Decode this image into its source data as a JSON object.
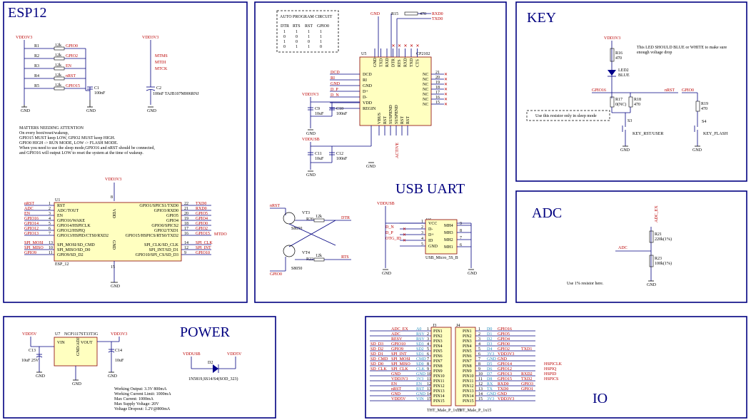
{
  "sections": {
    "esp12": "ESP12",
    "key": "KEY",
    "usb_uart": "USB UART",
    "adc": "ADC",
    "power": "POWER",
    "io": "IO"
  },
  "esp": {
    "vdd_left": "VDD3V3",
    "vdd_right": "VDD3V3",
    "vdd_chip": "VDD3V3",
    "resistors": [
      {
        "ref": "R1",
        "val": "12k",
        "net": "GPIO0"
      },
      {
        "ref": "R2",
        "val": "12k",
        "net": "GPIO2"
      },
      {
        "ref": "R3",
        "val": "12k",
        "net": "EN"
      },
      {
        "ref": "R4",
        "val": "12k",
        "net": "nRST"
      },
      {
        "ref": "R5",
        "val": "12k",
        "net": "GPIO15"
      }
    ],
    "c1_ref": "C1",
    "c1_val": "100nF",
    "c2_ref": "C2",
    "c2_val": "100nF TAJB107M006RNJ",
    "mtms": "MTMS",
    "mtdi": "MTDI",
    "mtck": "MTCK",
    "mtdo": "MTDO",
    "gnd": "GND",
    "notes": [
      "MATTERS NEEDING ATTENTION",
      "On every boot/reset/wakeup,",
      "GPIO15 MUST keep LOW, GPIO2 MUST keep HIGH.",
      "GPIO0 HIGH -> RUN MODE, LOW -> FLASH MODE.",
      "When you need to use the sleep mode,GPIO16 and nRST should be connected,",
      "and GPIO16 will output LOW to reset the system at the time of wakeup."
    ],
    "u1": "U1",
    "u1_name": "ESP_12",
    "pin_vdd": "VDD",
    "pin_gnd": "GND",
    "left_pins": [
      {
        "net": "nRST",
        "num": "1",
        "name": "RST"
      },
      {
        "net": "ADC",
        "num": "2",
        "name": "ADC/TOUT"
      },
      {
        "net": "EN",
        "num": "3",
        "name": "EN"
      },
      {
        "net": "GPIO16",
        "num": "4",
        "name": "GPIO16/WAKE"
      },
      {
        "net": "GPIO14",
        "num": "5",
        "name": "GPIO14/HSPICLK"
      },
      {
        "net": "GPIO12",
        "num": "6",
        "name": "GPIO12/HSPIQ"
      },
      {
        "net": "GPIO13",
        "num": "7",
        "name": "GPIO13/HSPID/CTS0/RXD2"
      },
      {
        "net": "SPI_MOSI",
        "num": "13",
        "name": "SPI_MOSI/SD_CMD"
      },
      {
        "net": "SPI_MISO",
        "num": "10",
        "name": "SPI_MISO/SD_D0"
      },
      {
        "net": "GPIO9",
        "num": "11",
        "name": "GPIO9/SD_D2"
      }
    ],
    "right_pins": [
      {
        "net": "TXD0",
        "num": "22",
        "name": "GPIO1/SPICS1/TXD0"
      },
      {
        "net": "RXD0",
        "num": "21",
        "name": "GPIO3/RXD0"
      },
      {
        "net": "GPIO5",
        "num": "20",
        "name": "GPIO5"
      },
      {
        "net": "GPIO4",
        "num": "19",
        "name": "GPIO4"
      },
      {
        "net": "GPIO0",
        "num": "18",
        "name": "GPIO0/SPICS2"
      },
      {
        "net": "GPIO2",
        "num": "17",
        "name": "GPIO2/TXD1"
      },
      {
        "net": "GPIO15",
        "num": "16",
        "name": "GPIO15/HSPICS/RTS0/TXD2"
      },
      {
        "net": "SPI_CLK",
        "num": "14",
        "name": "SPI_CLK/SD_CLK"
      },
      {
        "net": "SPI_INT",
        "num": "12",
        "name": "SPI_INT/SD_D1"
      },
      {
        "net": "GPIO10",
        "num": "9",
        "name": "GPIO10/SPI_CS/SD_D3"
      }
    ],
    "pin8": "8",
    "pin15": "15"
  },
  "usb_uart": {
    "auto_title": "AUTO PROGRAM CIRCUIT",
    "truth_header": [
      "DTR",
      "RTS",
      "RST",
      "GPIO0"
    ],
    "truth_rows": [
      [
        "1",
        "1",
        "1",
        "1"
      ],
      [
        "0",
        "0",
        "1",
        "1"
      ],
      [
        "1",
        "0",
        "0",
        "1"
      ],
      [
        "0",
        "1",
        "1",
        "0"
      ]
    ],
    "gnd": "GND",
    "r15": "R15",
    "r15_val": "470",
    "rxd0": "RXD0",
    "txd0": "TXD0",
    "u5": "U5",
    "u5_name": "CP2102",
    "top_pins": [
      "GND",
      "TXD",
      "RXD",
      "DTR",
      "RTS",
      "RXD",
      "TXD",
      "CTS"
    ],
    "left_pins": [
      {
        "net": "DCD",
        "name": "DCD"
      },
      {
        "net": "RI",
        "name": "RI"
      },
      {
        "net": "GND",
        "name": "GND"
      },
      {
        "net": "D_P",
        "name": "D+"
      },
      {
        "net": "D_N",
        "name": "D-"
      },
      {
        "net": "",
        "name": "VDD"
      },
      {
        "net": "",
        "name": "REGIN"
      }
    ],
    "nc_pins": [
      "21",
      "20",
      "19",
      "18",
      "17",
      "16",
      "15"
    ],
    "nc": "NC",
    "bottom_pins": [
      "VBUS",
      "RST",
      "SUSPEND",
      "SUSPEND",
      "RST",
      "RST"
    ],
    "vdd": "VDD3V3",
    "c9": "C9",
    "c9v": "10uF",
    "c10": "C10",
    "c10v": "100nF",
    "vddusb": "VDDUSB",
    "c11": "C11",
    "c11v": "10uF",
    "c12": "C12",
    "c12v": "100nF",
    "active": "ACTIVE",
    "nrst": "nRST",
    "r20": "R20",
    "r20v": "12k",
    "vt3": "VT3",
    "dtr": "DTR",
    "s8050a": "S8050",
    "vt4": "VT4",
    "r22": "R22",
    "r22v": "12k",
    "rts": "RTS",
    "s8050b": "S8050",
    "gpio0": "GPIO0",
    "u6": "U6",
    "u6_name": "USB_Micro_5S_B",
    "u6_pins": [
      {
        "num": "1",
        "name": "VCC",
        "net": ""
      },
      {
        "num": "2",
        "name": "D-",
        "net": "D_N"
      },
      {
        "num": "3",
        "name": "D+",
        "net": "D_P"
      },
      {
        "num": "4",
        "name": "ID",
        "net": "OTG_ID"
      },
      {
        "num": "5",
        "name": "GND",
        "net": ""
      }
    ],
    "u6_mh": [
      "MH4",
      "MH3",
      "MH2",
      "MH1"
    ],
    "u6_right": [
      "9",
      "8",
      "7",
      "6"
    ],
    "vddusb2": "VDDUSB"
  },
  "key": {
    "vdd": "VDD3V3",
    "r16": "R16",
    "r16v": "470",
    "led": "LED2",
    "led_col": "BLUE",
    "note": "This LED SHOULD BLUE or WHITE to make sure enough voltage drop",
    "gpio16": "GPIO16",
    "nrst": "nRST",
    "gpio0": "GPIO0",
    "r17": "R17",
    "r17v": "0(NC)",
    "r18": "R18",
    "r18v": "470",
    "r19": "R19",
    "r19v": "470",
    "sleep_note": "Use this resistor only in sleep mode",
    "s3": "S3",
    "s4": "S4",
    "key_rst": "KEY_RST/USER",
    "key_flash": "KEY_FLASH",
    "gnd": "GND"
  },
  "adc": {
    "adc_ex": "ADC_EX",
    "r21": "R21",
    "r21v": "220k(1%)",
    "adc": "ADC",
    "r23": "R23",
    "r23v": "100k(1%)",
    "note": "Use 1% resistor here.",
    "gnd": "GND"
  },
  "power": {
    "vdd5v": "VDD5V",
    "u7": "U7",
    "u7_name": "NCP1117ST33T3G",
    "vin": "VIN",
    "vout": "VOUT",
    "gndadj": "GND/ADJ",
    "vdd3v3": "VDD3V3",
    "c13": "C13",
    "c13v": "10uF 25V",
    "c14": "C14",
    "c14v": "10uF",
    "gnd": "GND",
    "vddusb": "VDDUSB",
    "vdd5v2": "VDD5V",
    "d2": "D2",
    "d2_name": "1N5819,SS14/S4(SOD_323)",
    "specs": [
      "Working Output: 3.3V 800mA",
      "Working Current Limit: 1000mA",
      "Max Current: 1000mA",
      "Max Supply Voltage: 20V",
      "Voltage Dropout: 1.2V@800mA"
    ]
  },
  "io": {
    "j3": "J3",
    "j4": "J4",
    "j3_name": "THT_Male_P_1x15",
    "j4_name": "THT_Male_P_1x15",
    "left_rows": [
      {
        "a": "",
        "b": "ADC_EX",
        "c": "A0",
        "n": "1",
        "pin": "PIN1"
      },
      {
        "a": "",
        "b": "ADC",
        "c": "RSV",
        "n": "2",
        "pin": "PIN2"
      },
      {
        "a": "",
        "b": "RESV",
        "c": "RSV",
        "n": "3",
        "pin": "PIN3"
      },
      {
        "a": "SD_D3",
        "b": "GPIO10",
        "c": "SD3",
        "n": "4",
        "pin": "PIN4"
      },
      {
        "a": "SD_D2",
        "b": "GPIO9",
        "c": "SD2",
        "n": "5",
        "pin": "PIN5"
      },
      {
        "a": "SD_D1",
        "b": "SPI_INT",
        "c": "SD1",
        "n": "6",
        "pin": "PIN6"
      },
      {
        "a": "SD_CMD",
        "b": "SPI_MOSI",
        "c": "CMD",
        "n": "7",
        "pin": "PIN7"
      },
      {
        "a": "SD_D0",
        "b": "SPI_MISO",
        "c": "SD0",
        "n": "8",
        "pin": "PIN8"
      },
      {
        "a": "SD_CLK",
        "b": "SPI_CLK",
        "c": "CLK",
        "n": "9",
        "pin": "PIN9"
      },
      {
        "a": "",
        "b": "GND",
        "c": "GND",
        "n": "10",
        "pin": "PIN10"
      },
      {
        "a": "",
        "b": "VDD3V3",
        "c": "3V3",
        "n": "11",
        "pin": "PIN11"
      },
      {
        "a": "",
        "b": "EN",
        "c": "EN",
        "n": "12",
        "pin": "PIN12"
      },
      {
        "a": "",
        "b": "nRST",
        "c": "RST",
        "n": "13",
        "pin": "PIN13"
      },
      {
        "a": "",
        "b": "GND",
        "c": "GND",
        "n": "14",
        "pin": "PIN14"
      },
      {
        "a": "",
        "b": "VDD5V",
        "c": "VIN",
        "n": "15",
        "pin": "PIN15"
      }
    ],
    "right_rows": [
      {
        "pin": "PIN1",
        "n": "1",
        "c": "D0",
        "b": "GPIO16",
        "x": "",
        "y": ""
      },
      {
        "pin": "PIN2",
        "n": "2",
        "c": "D1",
        "b": "GPIO5",
        "x": "",
        "y": ""
      },
      {
        "pin": "PIN3",
        "n": "3",
        "c": "D2",
        "b": "GPIO4",
        "x": "",
        "y": ""
      },
      {
        "pin": "PIN4",
        "n": "4",
        "c": "D3",
        "b": "GPIO0",
        "x": "",
        "y": ""
      },
      {
        "pin": "PIN5",
        "n": "5",
        "c": "D4",
        "b": "GPIO2",
        "x": "TXD1",
        "y": ""
      },
      {
        "pin": "PIN6",
        "n": "6",
        "c": "3V3",
        "b": "VDD3V3",
        "x": "",
        "y": ""
      },
      {
        "pin": "PIN7",
        "n": "7",
        "c": "GND",
        "b": "GND",
        "x": "",
        "y": ""
      },
      {
        "pin": "PIN8",
        "n": "8",
        "c": "D5",
        "b": "GPIO14",
        "x": "",
        "y": "HSPICLK"
      },
      {
        "pin": "PIN9",
        "n": "9",
        "c": "D6",
        "b": "GPIO12",
        "x": "",
        "y": "HSPIQ"
      },
      {
        "pin": "PIN10",
        "n": "10",
        "c": "D7",
        "b": "GPIO13",
        "x": "RXD2",
        "y": "HSPID"
      },
      {
        "pin": "PIN11",
        "n": "11",
        "c": "D8",
        "b": "GPIO15",
        "x": "TXD2",
        "y": "HSPICS"
      },
      {
        "pin": "PIN12",
        "n": "12",
        "c": "RX",
        "b": "RXD0",
        "x": "GPIO3",
        "y": ""
      },
      {
        "pin": "PIN13",
        "n": "13",
        "c": "TX",
        "b": "TXD0",
        "x": "GPIO1",
        "y": ""
      },
      {
        "pin": "PIN14",
        "n": "14",
        "c": "GND",
        "b": "GND",
        "x": "",
        "y": ""
      },
      {
        "pin": "PIN15",
        "n": "15",
        "c": "3V3",
        "b": "VDD3V3",
        "x": "",
        "y": ""
      }
    ]
  },
  "colors": {
    "frame": "#000080",
    "wire": "#000080",
    "net": "#b00000",
    "chip_fill": "#ffffc0",
    "chip_stroke": "#8b0000",
    "pin_alias": "#2a8fbf"
  }
}
